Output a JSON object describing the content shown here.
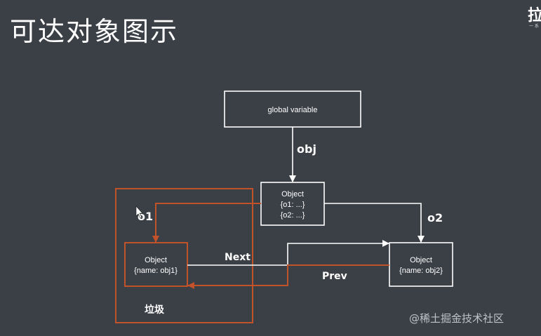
{
  "title": "可达对象图示",
  "logo": {
    "char": "拉",
    "sub": "一 系"
  },
  "watermark": "@稀土掘金技术社区",
  "nodes": {
    "global": {
      "label": "global variable"
    },
    "root": {
      "line1": "Object",
      "line2": "{o1:  ...}",
      "line3": "{o2:  ...}"
    },
    "obj1": {
      "line1": "Object",
      "line2": "{name: obj1}"
    },
    "obj2": {
      "line1": "Object",
      "line2": "{name: obj2}"
    }
  },
  "edges": {
    "obj": "obj",
    "o1": "o1",
    "o2": "o2",
    "next": "Next",
    "prev": "Prev"
  },
  "garbage": {
    "label": "垃圾"
  },
  "colors": {
    "background": "#3b3f46",
    "line": "#ffffff",
    "highlight": "#c1522a"
  }
}
